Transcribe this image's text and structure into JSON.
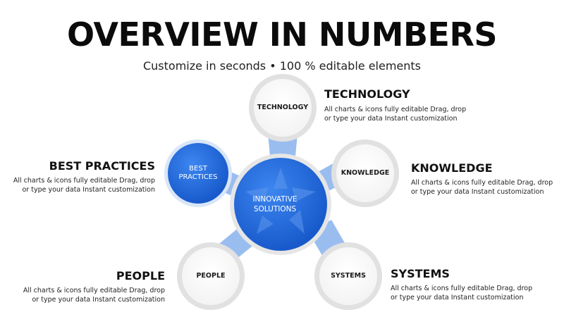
{
  "header": {
    "title": "OVERVIEW IN NUMBERS",
    "subtitle": "Customize in seconds • 100 % editable elements"
  },
  "center": {
    "label_line1": "INNOVATIVE",
    "label_line2": "SOLUTIONS",
    "color": "#1e6fe0"
  },
  "nodes": {
    "technology": {
      "label": "TECHNOLOGY"
    },
    "knowledge": {
      "label": "KNOWLEDGE"
    },
    "systems": {
      "label": "SYSTEMS"
    },
    "people": {
      "label": "PEOPLE"
    },
    "best_practices": {
      "label_line1": "BEST",
      "label_line2": "PRACTICES",
      "color": "#1e6fe0"
    }
  },
  "items": {
    "technology": {
      "title": "TECHNOLOGY",
      "desc_line1": "All charts & icons fully editable Drag, drop",
      "desc_line2": "or type your data Instant customization"
    },
    "knowledge": {
      "title": "KNOWLEDGE",
      "desc_line1": "All charts & icons fully editable Drag, drop",
      "desc_line2": "or type your data Instant customization"
    },
    "systems": {
      "title": "SYSTEMS",
      "desc_line1": "All charts & icons fully editable Drag, drop",
      "desc_line2": "or type your data Instant customization"
    },
    "people": {
      "title": "PEOPLE",
      "desc_line1": "All charts & icons fully editable Drag, drop",
      "desc_line2": "or type your data Instant customization"
    },
    "best_practices": {
      "title": "BEST PRACTICES",
      "desc_line1": "All charts & icons fully editable Drag, drop",
      "desc_line2": "or type your data Instant customization"
    }
  }
}
